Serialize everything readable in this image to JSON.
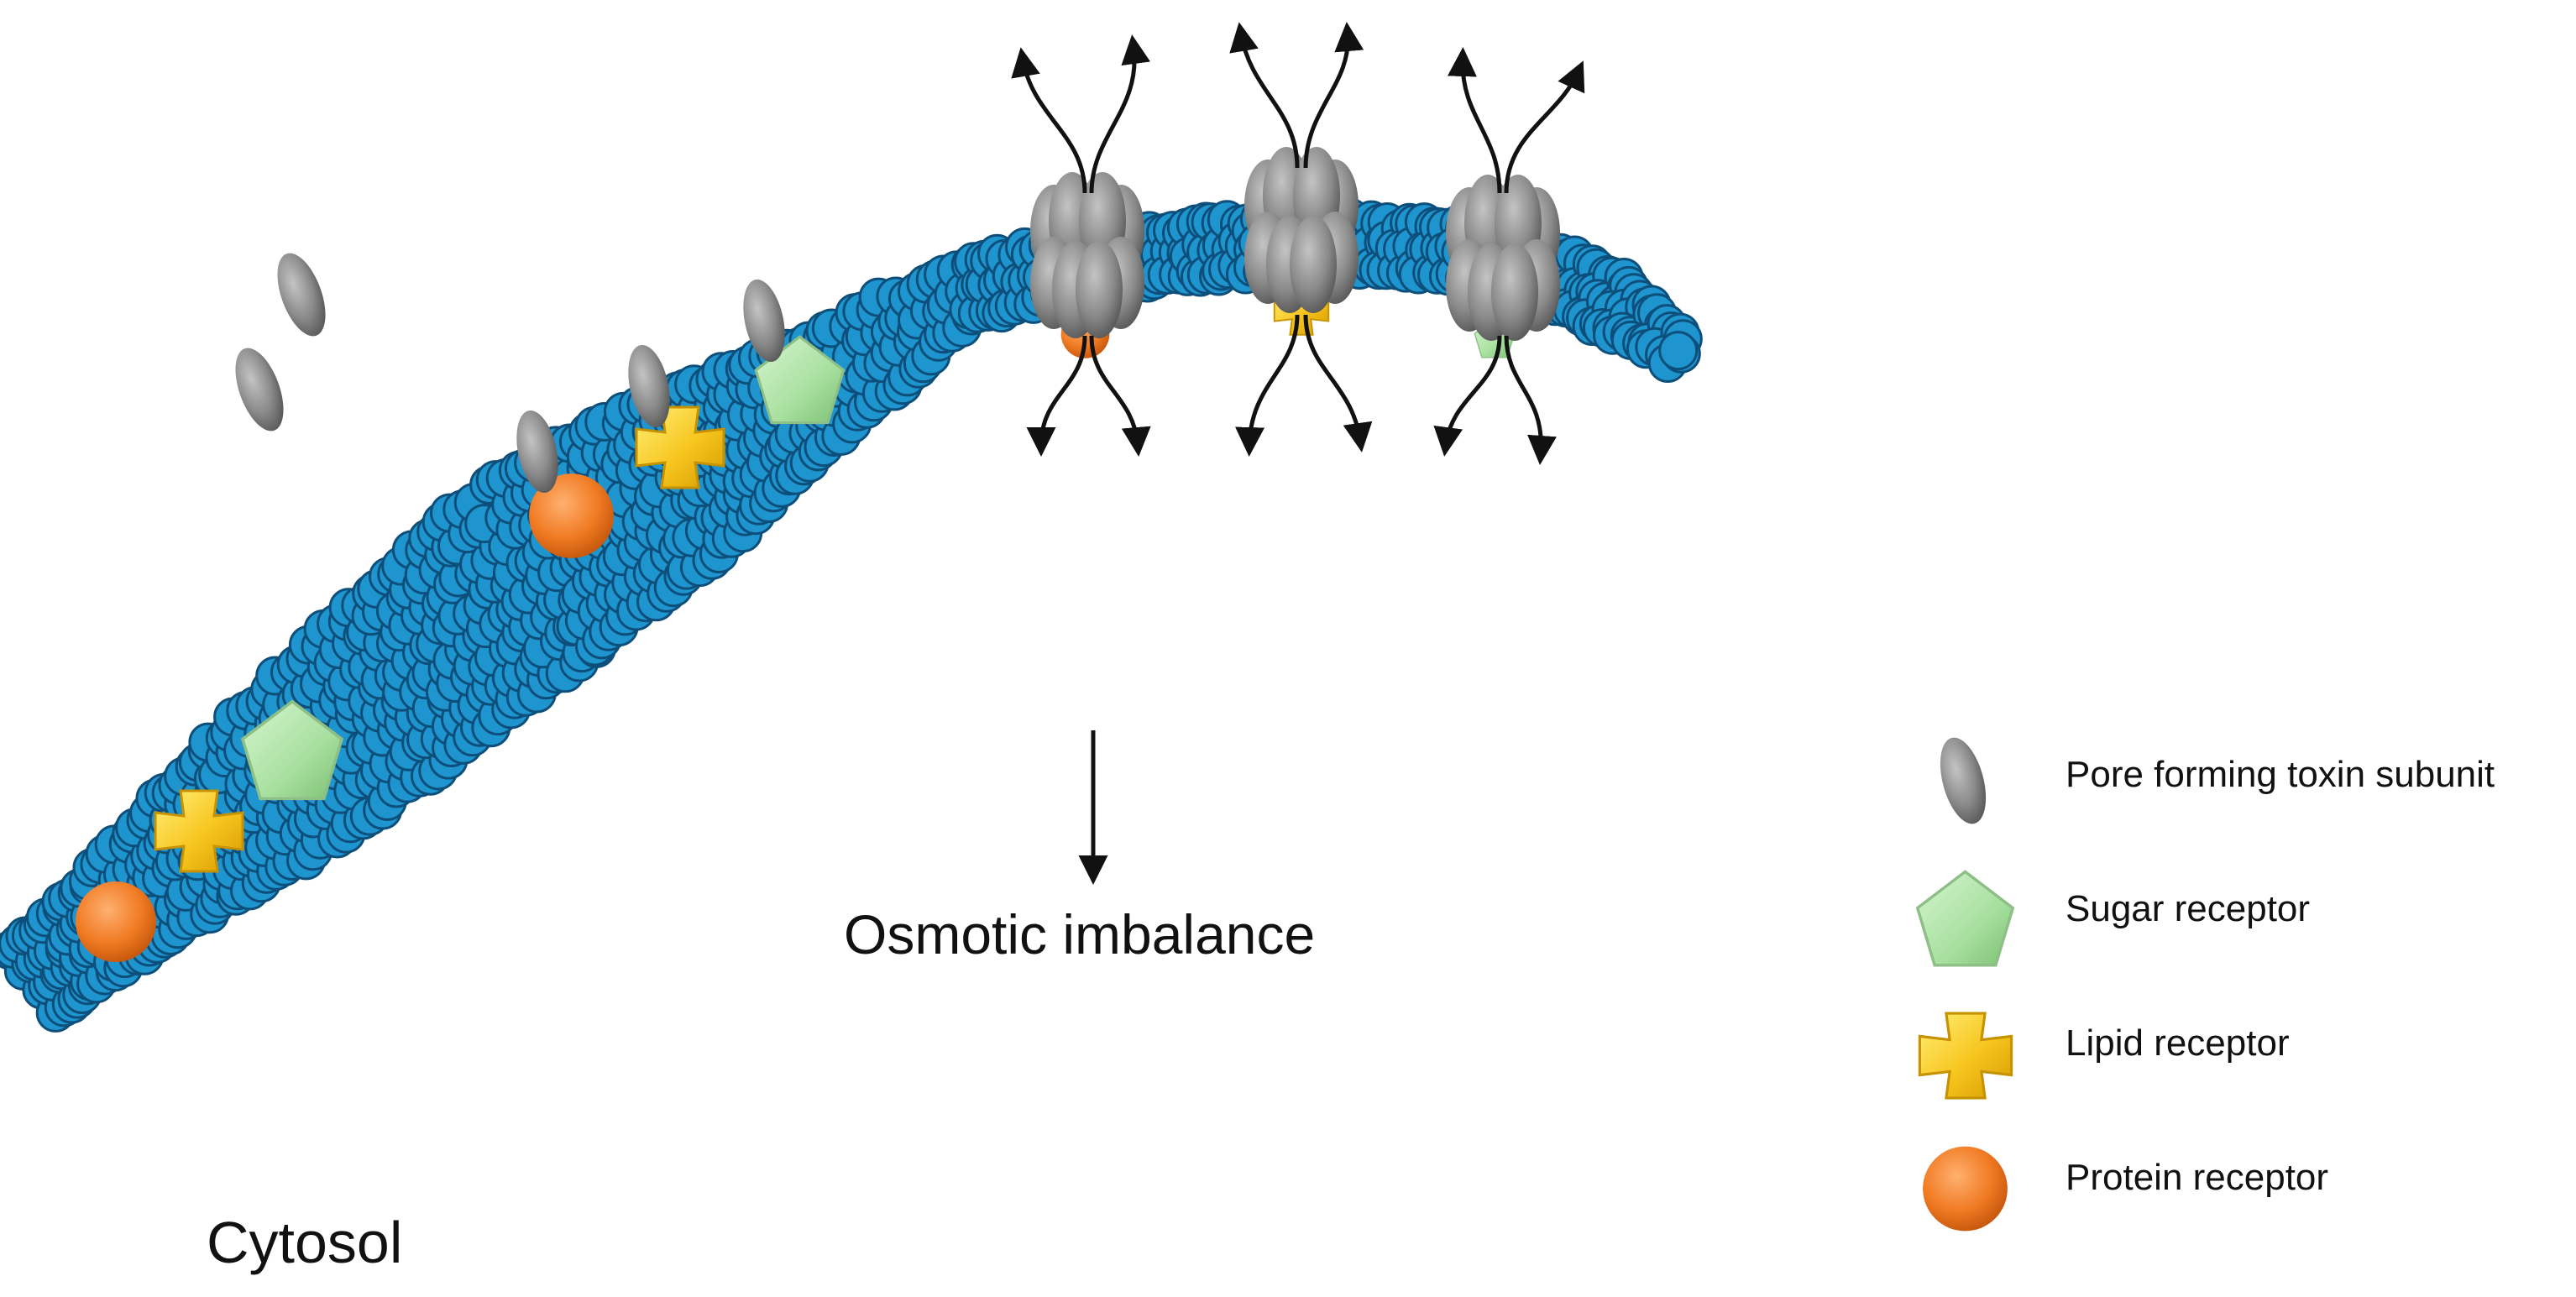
{
  "labels": {
    "osmotic_imbalance": "Osmotic imbalance",
    "cytosol": "Cytosol"
  },
  "legend": [
    {
      "label": "Pore forming toxin subunit",
      "icon": "toxin-subunit-icon"
    },
    {
      "label": "Sugar receptor",
      "icon": "sugar-receptor-icon"
    },
    {
      "label": "Lipid receptor",
      "icon": "lipid-receptor-icon"
    },
    {
      "label": "Protein receptor",
      "icon": "protein-receptor-icon"
    }
  ],
  "colors": {
    "membrane": "#1e95cf",
    "membrane_outline": "#0d4f7a",
    "toxin": "#8a8a8a",
    "sugar": "#a8e0a0",
    "lipid": "#f7c51e",
    "protein": "#f07a22",
    "arrow": "#111111"
  }
}
